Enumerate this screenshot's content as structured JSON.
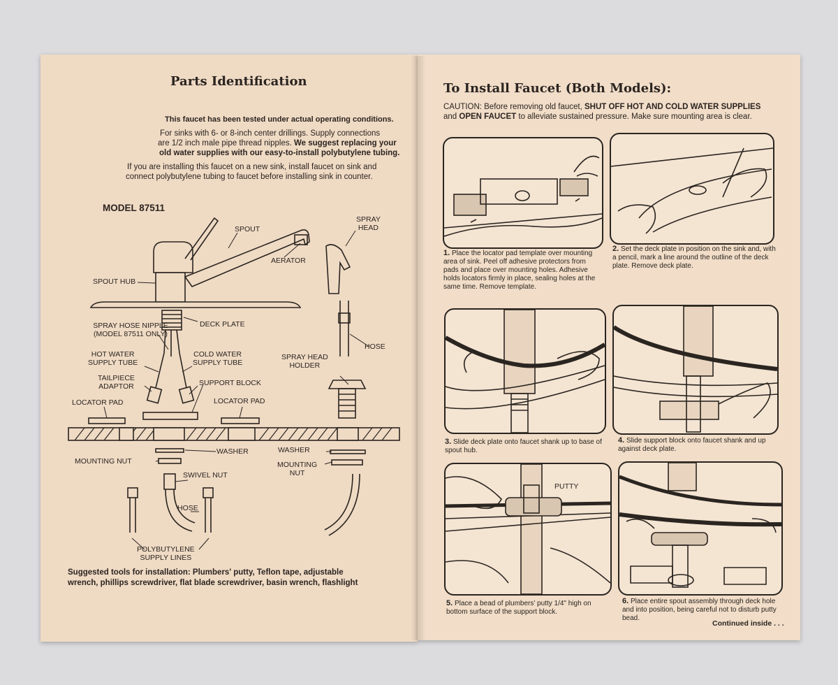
{
  "left": {
    "title": "Parts Identification",
    "intro1": "This faucet has been tested under actual operating conditions.",
    "intro2a": "For sinks with 6- or 8-inch center drillings. Supply connections",
    "intro2b": "are 1/2 inch male pipe thread nipples.",
    "intro2c": "We suggest replacing your",
    "intro2d": "old water supplies with our easy-to-install polybutylene tubing.",
    "intro3a": "If you are installing this faucet on a new sink, install faucet on sink and",
    "intro3b": "connect polybutylene tubing to faucet before installing sink in counter.",
    "model": "MODEL 87511",
    "labels": {
      "spout": "SPOUT",
      "aerator": "AERATOR",
      "spout_hub": "SPOUT HUB",
      "deck_plate": "DECK PLATE",
      "spray_hose_nipple": "SPRAY HOSE NIPPLE",
      "model_only": "(MODEL 87511 ONLY)",
      "hot_water_1": "HOT WATER",
      "hot_water_2": "SUPPLY TUBE",
      "cold_water_1": "COLD WATER",
      "cold_water_2": "SUPPLY TUBE",
      "tailpiece_1": "TAILPIECE",
      "tailpiece_2": "ADAPTOR",
      "support_block": "SUPPORT BLOCK",
      "locator_pad_left": "LOCATOR PAD",
      "locator_pad_right": "LOCATOR PAD",
      "washer_left": "WASHER",
      "mounting_nut_left": "MOUNTING NUT",
      "swivel_nut": "SWIVEL NUT",
      "hose_lower": "HOSE",
      "polybutylene_1": "POLYBUTYLENE",
      "polybutylene_2": "SUPPLY LINES",
      "spray_head_1": "SPRAY",
      "spray_head_2": "HEAD",
      "hose_right": "HOSE",
      "spray_head_holder_1": "SPRAY HEAD",
      "spray_head_holder_2": "HOLDER",
      "washer_right": "WASHER",
      "mounting_nut_right_1": "MOUNTING",
      "mounting_nut_right_2": "NUT"
    },
    "tools_bold": "Suggested tools for installation:",
    "tools_a": "Plumbers' putty, Teflon tape, adjustable",
    "tools_b": "wrench, phillips screwdriver, flat blade screwdriver, basin wrench, flashlight"
  },
  "right": {
    "title": "To Install Faucet (Both Models):",
    "caution_a": "CAUTION: Before removing old faucet,",
    "caution_b": "SHUT OFF HOT AND COLD WATER",
    "caution_c": "SUPPLIES",
    "caution_d": "and",
    "caution_e": "OPEN FAUCET",
    "caution_f": "to alleviate sustained pressure. Make sure",
    "caution_g": "mounting area is clear.",
    "putty_label": "PUTTY",
    "steps": [
      {
        "num": "1.",
        "text": "Place the locator pad template over mounting area of sink. Peel off adhesive protectors from pads and place over mounting holes. Adhesive holds locators firmly in place, sealing holes at the same time. Remove template."
      },
      {
        "num": "2.",
        "text": "Set the deck plate in position on the sink and, with a pencil, mark a line around the outline of the deck plate. Remove deck plate."
      },
      {
        "num": "3.",
        "text": "Slide deck plate onto faucet shank up to base of spout hub."
      },
      {
        "num": "4.",
        "text": "Slide support block onto faucet shank and up against deck plate."
      },
      {
        "num": "5.",
        "text": "Place a bead of plumbers' putty 1/4\" high on bottom surface of the support block."
      },
      {
        "num": "6.",
        "text": "Place entire spout assembly through deck hole and into position, being careful not to disturb putty bead."
      }
    ],
    "continued": "Continued inside . . ."
  }
}
